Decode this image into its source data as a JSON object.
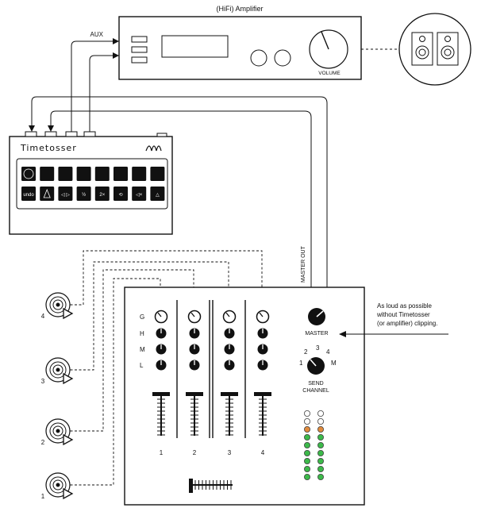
{
  "amplifier": {
    "title": "(HiFi) Amplifier",
    "volume_label": "VOLUME",
    "aux_label": "AUX"
  },
  "speakers": {
    "icon": "speaker-pair-icon"
  },
  "timetosser": {
    "title": "Timetosser",
    "logo_icon": "waveform-logo-icon",
    "buttons_top": [
      "record-icon",
      "",
      "",
      "",
      "",
      "",
      "",
      ""
    ],
    "buttons_bottom": [
      {
        "icon": "undo-icon",
        "text": "undo"
      },
      {
        "icon": "metronome-icon",
        "text": ""
      },
      {
        "icon": "reverse-icon",
        "text": "◁ ▷"
      },
      {
        "icon": "half-speed-icon",
        "text": "½"
      },
      {
        "icon": "double-speed-icon",
        "text": "2×"
      },
      {
        "icon": "loop-icon",
        "text": "⟲"
      },
      {
        "icon": "mute-icon",
        "text": "◁×"
      },
      {
        "icon": "triangle-icon",
        "text": "△"
      }
    ]
  },
  "cables": {
    "master_out_label": "MASTER OUT"
  },
  "mixer": {
    "eq_labels": [
      "G",
      "H",
      "M",
      "L"
    ],
    "channel_labels": [
      "1",
      "2",
      "3",
      "4"
    ],
    "master_label": "MASTER",
    "send_channel_label_1": "SEND",
    "send_channel_label_2": "CHANNEL",
    "send_positions": [
      "1",
      "2",
      "3",
      "4",
      "M"
    ],
    "meter_colors": {
      "off": "#ffffff",
      "orange": "#e08a3c",
      "green": "#3cb94a"
    }
  },
  "note": {
    "line1": "As loud as possible",
    "line2": "without Timetosser",
    "line3": "(or amplifier) clipping."
  },
  "turntables": {
    "labels": [
      "4",
      "3",
      "2",
      "1"
    ],
    "icon": "turntable-icon"
  }
}
